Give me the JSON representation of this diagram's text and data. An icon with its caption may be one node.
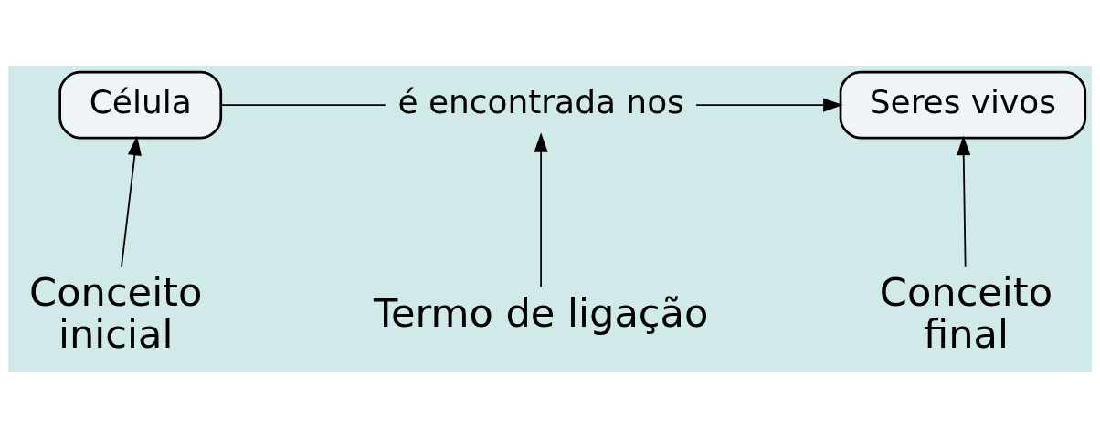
{
  "diagram": {
    "nodes": [
      {
        "text": [
          "Célula"
        ]
      },
      {
        "text": [
          "é encontrada nos"
        ]
      },
      {
        "text": [
          "Seres vivos"
        ]
      },
      {
        "text": [
          "Conceito inicial"
        ]
      },
      {
        "text": [
          "Termo de ligação"
        ]
      },
      {
        "text": [
          "Conceito final"
        ]
      }
    ],
    "edges": [
      {
        "from": 0,
        "to": 1,
        "arrow": "none"
      },
      {
        "from": 1,
        "to": 2,
        "arrow": "to"
      },
      {
        "from": 3,
        "to": 0,
        "arrow": "to"
      },
      {
        "from": 4,
        "to": 1,
        "arrow": "to"
      },
      {
        "from": 5,
        "to": 2,
        "arrow": "to"
      }
    ]
  }
}
